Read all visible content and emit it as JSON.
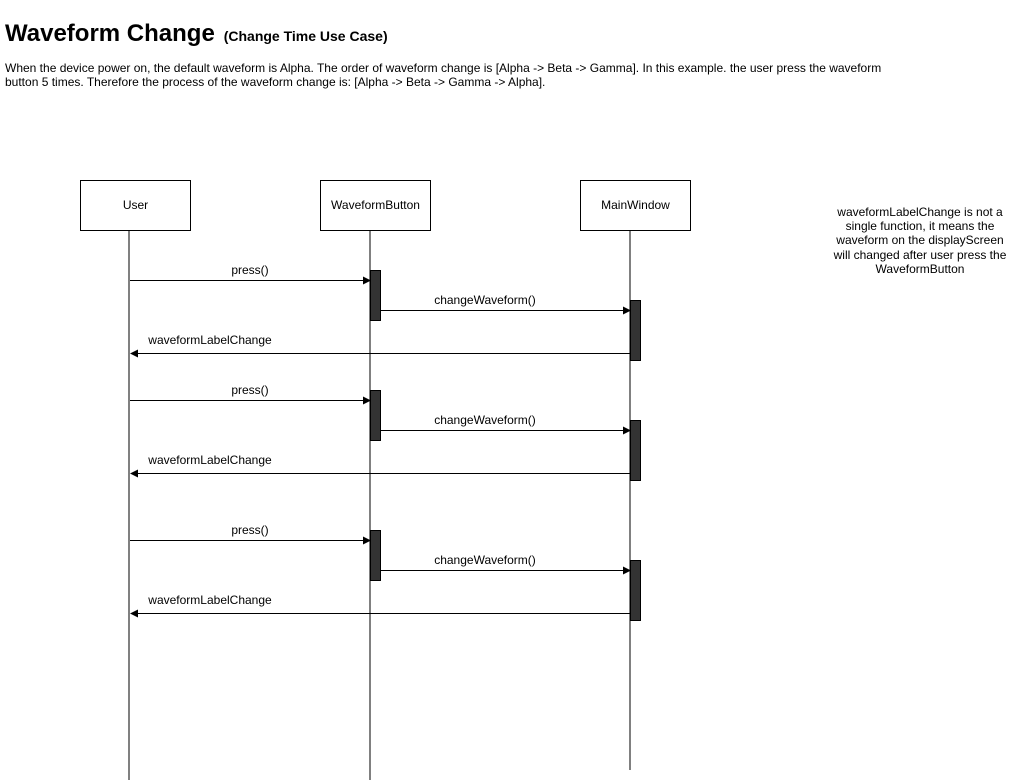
{
  "title": {
    "main": "Waveform Change",
    "sub": "(Change Time Use Case)"
  },
  "description": "When the device power on, the default waveform is Alpha. The order of waveform change is [Alpha -> Beta -> Gamma]. In this example. the user press the waveform button 5 times. Therefore the process of the waveform change is: [Alpha -> Beta -> Gamma -> Alpha].",
  "note": "waveformLabelChange is not a single function, it means the waveform on the displayScreen will changed after user press the WaveformButton",
  "participants": [
    {
      "id": "user",
      "label": "User"
    },
    {
      "id": "waveform-button",
      "label": "WaveformButton"
    },
    {
      "id": "main-window",
      "label": "MainWindow"
    }
  ],
  "messages": [
    {
      "label": "press()"
    },
    {
      "label": "changeWaveform()"
    },
    {
      "label": "waveformLabelChange"
    },
    {
      "label": "press()"
    },
    {
      "label": "changeWaveform()"
    },
    {
      "label": "waveformLabelChange"
    },
    {
      "label": "press()"
    },
    {
      "label": "changeWaveform()"
    },
    {
      "label": "waveformLabelChange"
    }
  ]
}
